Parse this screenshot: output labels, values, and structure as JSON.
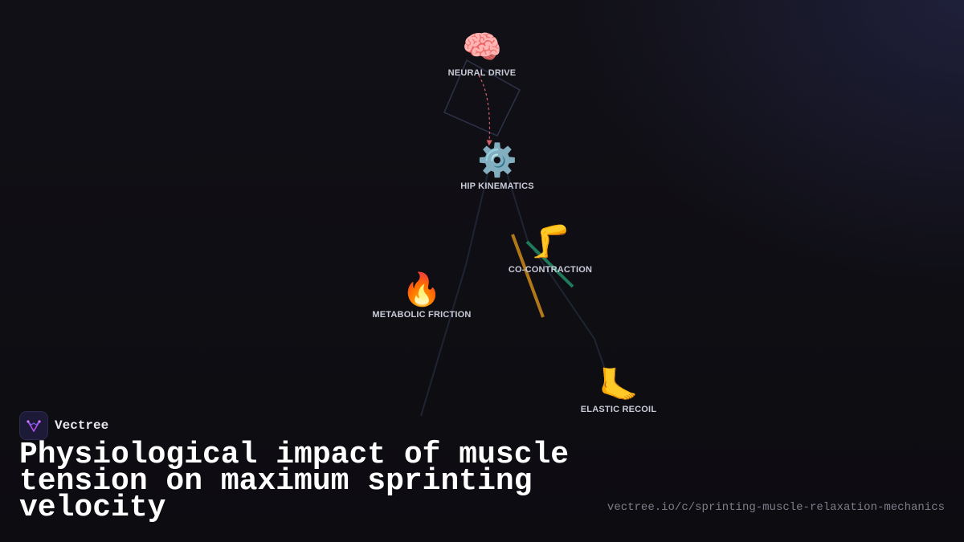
{
  "brand": {
    "name": "Vectree",
    "logo_icon": "vectree-logo-icon",
    "logo_color": "#b44ef0"
  },
  "title": "Physiological impact of muscle tension on maximum sprinting velocity",
  "url": "vectree.io/c/sprinting-muscle-relaxation-mechanics",
  "colors": {
    "edge": "#1f2433",
    "loop": "#2c3347",
    "dashed_arrow": "#d0606a",
    "bar_orange": "#b07818",
    "bar_green": "#1f7a5c"
  },
  "nodes": [
    {
      "id": "neural-drive",
      "icon": "🧠",
      "icon_name": "brain-icon",
      "label": "NEURAL DRIVE"
    },
    {
      "id": "hip-kinematics",
      "icon": "⚙️",
      "icon_name": "gear-icon",
      "label": "HIP KINEMATICS"
    },
    {
      "id": "co-contraction",
      "icon": "🦵",
      "icon_name": "leg-icon",
      "label": "CO-CONTRACTION"
    },
    {
      "id": "metabolic-friction",
      "icon": "🔥",
      "icon_name": "fire-icon",
      "label": "METABOLIC FRICTION"
    },
    {
      "id": "elastic-recoil",
      "icon": "🦶",
      "icon_name": "foot-icon",
      "label": "ELASTIC RECOIL"
    }
  ]
}
